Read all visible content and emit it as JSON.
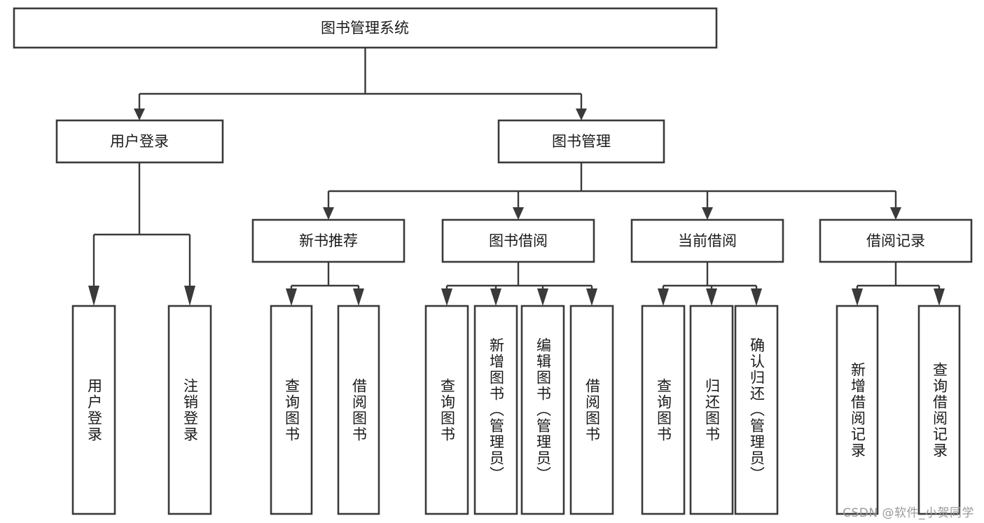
{
  "diagram": {
    "title": "图书管理系统",
    "type": "functional-structure-tree",
    "orientation": "top-down",
    "colors": {
      "background": "#ffffff",
      "box_stroke": "#3a3a3a",
      "box_fill": "#ffffff",
      "edge": "#3a3a3a",
      "text": "#1a1a1a",
      "watermark": "#9a9a9a"
    },
    "root": {
      "label": "图书管理系统"
    },
    "level2": [
      {
        "label": "用户登录"
      },
      {
        "label": "图书管理"
      }
    ],
    "level3": [
      {
        "label": "新书推荐"
      },
      {
        "label": "图书借阅"
      },
      {
        "label": "当前借阅"
      },
      {
        "label": "借阅记录"
      }
    ],
    "leaves": {
      "user_login": [
        {
          "label": "用户登录"
        },
        {
          "label": "注销登录"
        }
      ],
      "new_book_recommend": [
        {
          "label": "查询图书"
        },
        {
          "label": "借阅图书"
        }
      ],
      "book_borrow": [
        {
          "label": "查询图书"
        },
        {
          "label": "新增图书（管理员）"
        },
        {
          "label": "编辑图书（管理员）"
        },
        {
          "label": "借阅图书"
        }
      ],
      "current_borrow": [
        {
          "label": "查询图书"
        },
        {
          "label": "归还图书"
        },
        {
          "label": "确认归还（管理员）"
        }
      ],
      "borrow_record": [
        {
          "label": "新增借阅记录"
        },
        {
          "label": "查询借阅记录"
        }
      ]
    }
  },
  "watermark": {
    "text": "CSDN @软件_小贺同学"
  }
}
